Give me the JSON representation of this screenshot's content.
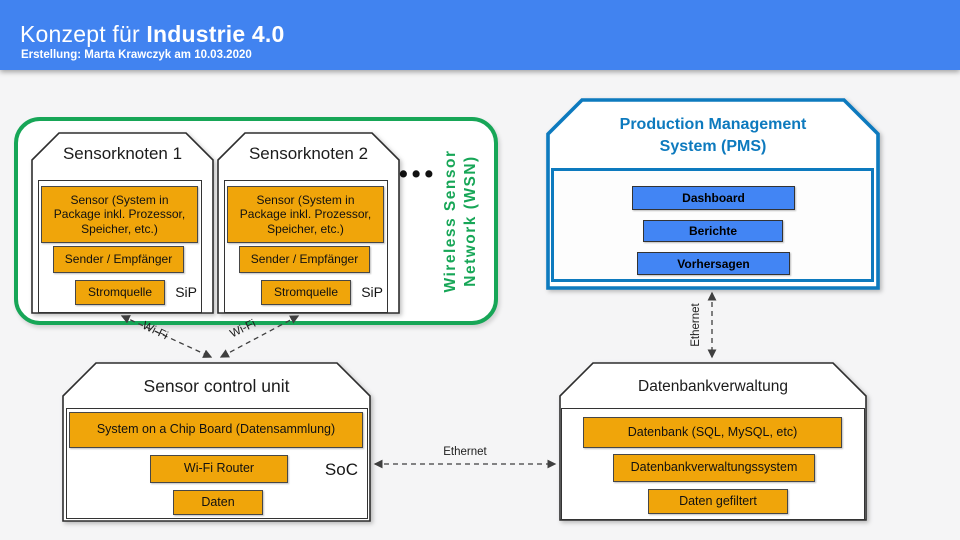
{
  "header": {
    "title_regular": "Konzept für ",
    "title_bold": "Industrie 4.0",
    "subtitle": "Erstellung: Marta Krawczyk am 10.03.2020"
  },
  "wsn": {
    "label_line1": "Wireless Sensor",
    "label_line2": "Network (WSN)",
    "ellipsis": "•••",
    "nodes": [
      {
        "title": "Sensorknoten 1",
        "sensor": "Sensor (System in Package inkl. Prozessor, Speicher, etc.)",
        "transceiver": "Sender / Empfänger",
        "power": "Stromquelle",
        "tag": "SiP"
      },
      {
        "title": "Sensorknoten 2",
        "sensor": "Sensor (System in Package inkl. Prozessor, Speicher, etc.)",
        "transceiver": "Sender / Empfänger",
        "power": "Stromquelle",
        "tag": "SiP"
      }
    ]
  },
  "pms": {
    "title_line1": "Production Management",
    "title_line2": "System (PMS)",
    "buttons": [
      "Dashboard",
      "Berichte",
      "Vorhersagen"
    ]
  },
  "scu": {
    "title": "Sensor control unit",
    "board": "System on a Chip Board (Datensammlung)",
    "router": "Wi-Fi Router",
    "data": "Daten",
    "tag": "SoC"
  },
  "db": {
    "title": "Datenbankverwaltung",
    "database": "Datenbank (SQL, MySQL, etc)",
    "dbms": "Datenbankverwaltungssystem",
    "filtered": "Daten gefiltert"
  },
  "connections": {
    "wifi_left": "Wi-Fi",
    "wifi_right": "Wi-Fi",
    "ethernet_horizontal": "Ethernet",
    "ethernet_vertical": "Ethernet"
  },
  "colors": {
    "header_blue": "#4183f0",
    "accent_orange": "#f0a50a",
    "wsn_green": "#17a657",
    "pms_blue": "#0d7abe",
    "button_blue": "#4285f4"
  }
}
